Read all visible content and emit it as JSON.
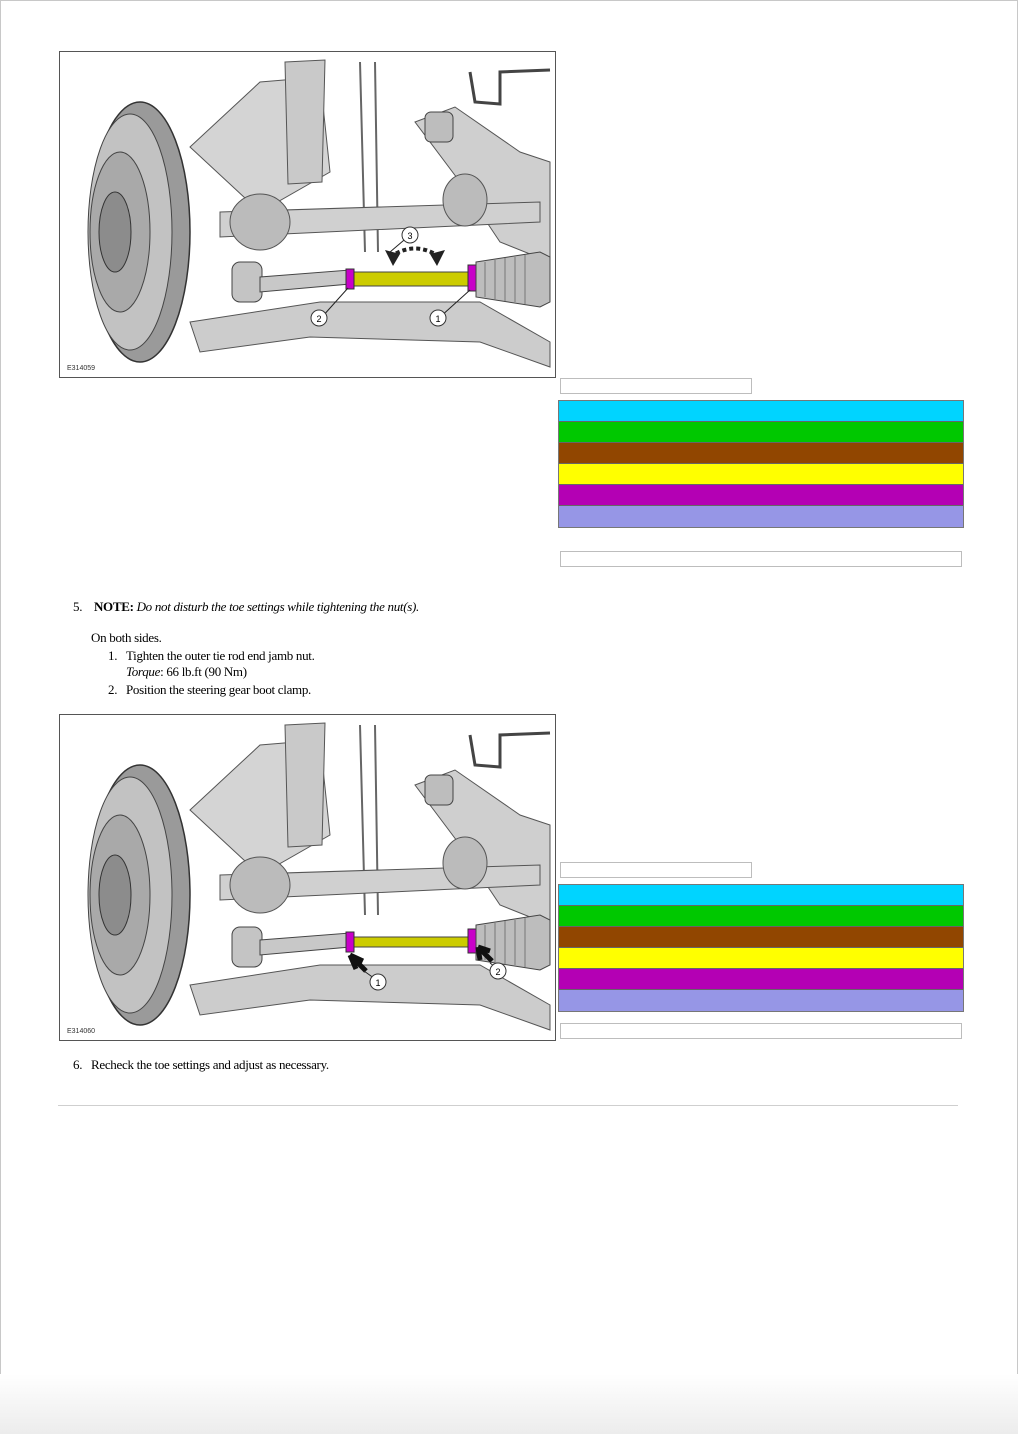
{
  "figures": [
    {
      "id": "E314059",
      "callouts": [
        "1",
        "2",
        "3"
      ]
    },
    {
      "id": "E314060",
      "callouts": [
        "1",
        "2"
      ]
    }
  ],
  "color_tables": [
    {
      "rows": [
        "#00d4ff",
        "#00c800",
        "#914600",
        "#ffff00",
        "#b400b4",
        "#9696e6"
      ]
    },
    {
      "rows": [
        "#00d4ff",
        "#00c800",
        "#914600",
        "#ffff00",
        "#b400b4",
        "#9696e6"
      ]
    }
  ],
  "steps": {
    "step5": {
      "number": "5.",
      "note_label": "NOTE:",
      "note_text": "Do not disturb the toe settings while tightening the nut(s).",
      "intro": "On both sides.",
      "substeps": [
        {
          "number": "1.",
          "text": "Tighten the outer tie rod end jamb nut.",
          "torque_label": "Torque",
          "torque_value": ": 66 lb.ft (90 Nm)"
        },
        {
          "number": "2.",
          "text": "Position the steering gear boot clamp."
        }
      ]
    },
    "step6": {
      "number": "6.",
      "text": "Recheck the toe settings and adjust as necessary."
    }
  }
}
